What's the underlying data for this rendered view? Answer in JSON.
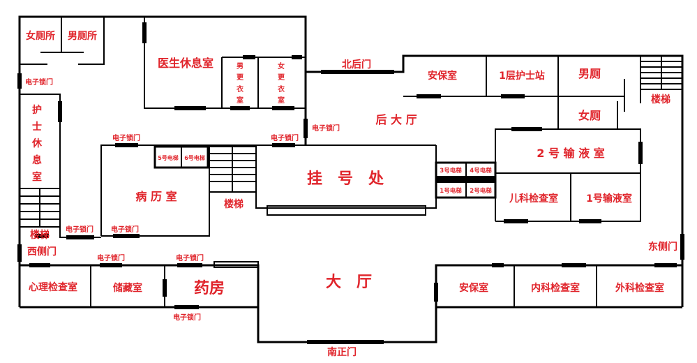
{
  "rooms": {
    "womens_toilet_w": "女厕所",
    "mens_toilet_w": "男厕所",
    "doctor_rest": "医生休息室",
    "male_locker": [
      "男",
      "更",
      "衣",
      "室"
    ],
    "female_locker": [
      "女",
      "更",
      "衣",
      "室"
    ],
    "nurse_rest": [
      "护",
      "士",
      "休",
      "息",
      "室"
    ],
    "medical_records": "病 历 室",
    "elevator_5": "5号电梯",
    "elevator_6": "6号电梯",
    "stairs_center": "楼梯",
    "stairs_west": "楼梯",
    "stairs_east": "楼梯",
    "registration": "挂　号　处",
    "rear_hall": "后 大 厅",
    "security_north": "安保室",
    "nurse_station": "1层护士站",
    "mens_toilet_e": "男厕",
    "womens_toilet_e": "女厕",
    "infusion_2": "2 号 输 液 室",
    "elevator_3": "3号电梯",
    "elevator_4": "4号电梯",
    "elevator_1": "1号电梯",
    "elevator_2": "2号电梯",
    "pediatric_exam": "儿科检查室",
    "infusion_1": "1号输液室",
    "psych_exam": "心理检查室",
    "storage": "储藏室",
    "pharmacy": "药房",
    "main_hall": "大　厅",
    "security_south": "安保室",
    "internal_exam": "内科检查室",
    "surgical_exam": "外科检查室"
  },
  "doors": {
    "north_back": "北后门",
    "south_main": "南正门",
    "west_side": "西侧门",
    "east_side": "东侧门",
    "e_lock": "电子锁门"
  },
  "colors": {
    "label": "#e0242b",
    "wall": "#000000"
  }
}
